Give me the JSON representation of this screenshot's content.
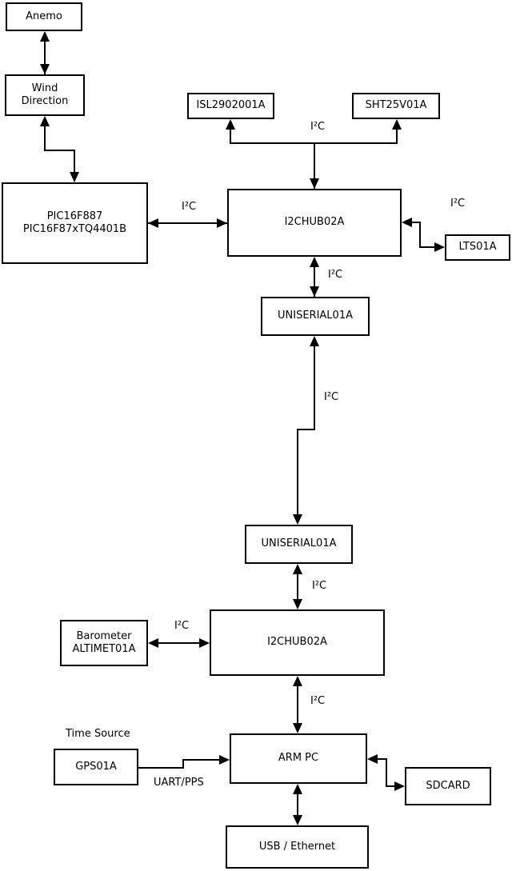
{
  "diagram": {
    "nodes": {
      "anemo": {
        "label": "Anemo"
      },
      "wind_direction": {
        "line1": "Wind",
        "line2": "Direction"
      },
      "pic": {
        "line1": "PIC16F887",
        "line2": "PIC16F87xTQ4401B"
      },
      "isl": {
        "label": "ISL2902001A"
      },
      "sht": {
        "label": "SHT25V01A"
      },
      "i2c_hub_top": {
        "label": "I2CHUB02A"
      },
      "lts": {
        "label": "LTS01A"
      },
      "uniserial_top": {
        "label": "UNISERIAL01A"
      },
      "uniserial_bottom": {
        "label": "UNISERIAL01A"
      },
      "barometer": {
        "line1": "Barometer",
        "line2": "ALTIMET01A"
      },
      "i2c_hub_bottom": {
        "label": "I2CHUB02A"
      },
      "arm_pc": {
        "label": "ARM PC"
      },
      "gps": {
        "label": "GPS01A"
      },
      "sdcard": {
        "label": "SDCARD"
      },
      "usb_ethernet": {
        "label": "USB / Ethernet"
      }
    },
    "edge_labels": {
      "i2c": "I²C",
      "uart_pps": "UART/PPS",
      "time_source": "Time Source"
    },
    "colors": {
      "line": "#000000",
      "box_border": "#000000",
      "background": "#ffffff"
    }
  }
}
